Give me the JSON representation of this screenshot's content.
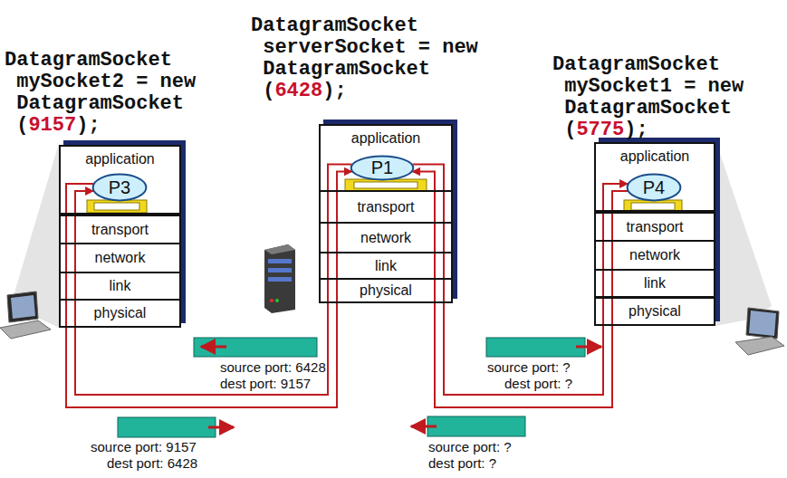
{
  "diagram": {
    "nodes": [
      {
        "text": [
          "DatagramSocket mySocket2 = new DatagramSocket",
          "(",
          "9157",
          ");"
        ]
      },
      {
        "text": [
          "application"
        ],
        "in": 0
      },
      {
        "text": [
          "P3"
        ],
        "in": 1
      },
      {
        "text": [
          "transport"
        ],
        "in": 0
      },
      {
        "text": [
          "network"
        ],
        "in": 0
      },
      {
        "text": [
          "link"
        ],
        "in": 0
      },
      {
        "text": [
          "physical"
        ],
        "in": 0
      },
      {
        "text": [
          "DatagramSocket serverSocket = new DatagramSocket",
          "(",
          "6428",
          ");"
        ]
      },
      {
        "text": [
          "application"
        ],
        "in": 7
      },
      {
        "text": [
          "P1"
        ],
        "in": 8
      },
      {
        "text": [
          "transport"
        ],
        "in": 7
      },
      {
        "text": [
          "network"
        ],
        "in": 7
      },
      {
        "text": [
          "link"
        ],
        "in": 7
      },
      {
        "text": [
          "physical"
        ],
        "in": 7
      },
      {
        "text": [
          "DatagramSocket mySocket1 = new DatagramSocket",
          "(",
          "5775",
          ");"
        ]
      },
      {
        "text": [
          "application"
        ],
        "in": 14
      },
      {
        "text": [
          "P4"
        ],
        "in": 15
      },
      {
        "text": [
          "transport"
        ],
        "in": 14
      },
      {
        "text": [
          "network"
        ],
        "in": 14
      },
      {
        "text": [
          "link"
        ],
        "in": 14
      },
      {
        "text": [
          "physical"
        ],
        "in": 14
      }
    ],
    "edges": [
      {
        "from": 2,
        "to": 9,
        "arrow": "to"
      },
      {
        "from": 9,
        "to": 2,
        "arrow": "to"
      },
      {
        "from": 9,
        "to": 16,
        "arrow": "to"
      },
      {
        "from": 16,
        "to": 9,
        "arrow": "to"
      }
    ],
    "labels": [
      "source port: 6428",
      "dest port: 9157",
      "source port: ?",
      "dest port: ?",
      "source port: 9157",
      "dest port: 6428",
      "source port: ?",
      "dest port: ?"
    ]
  }
}
